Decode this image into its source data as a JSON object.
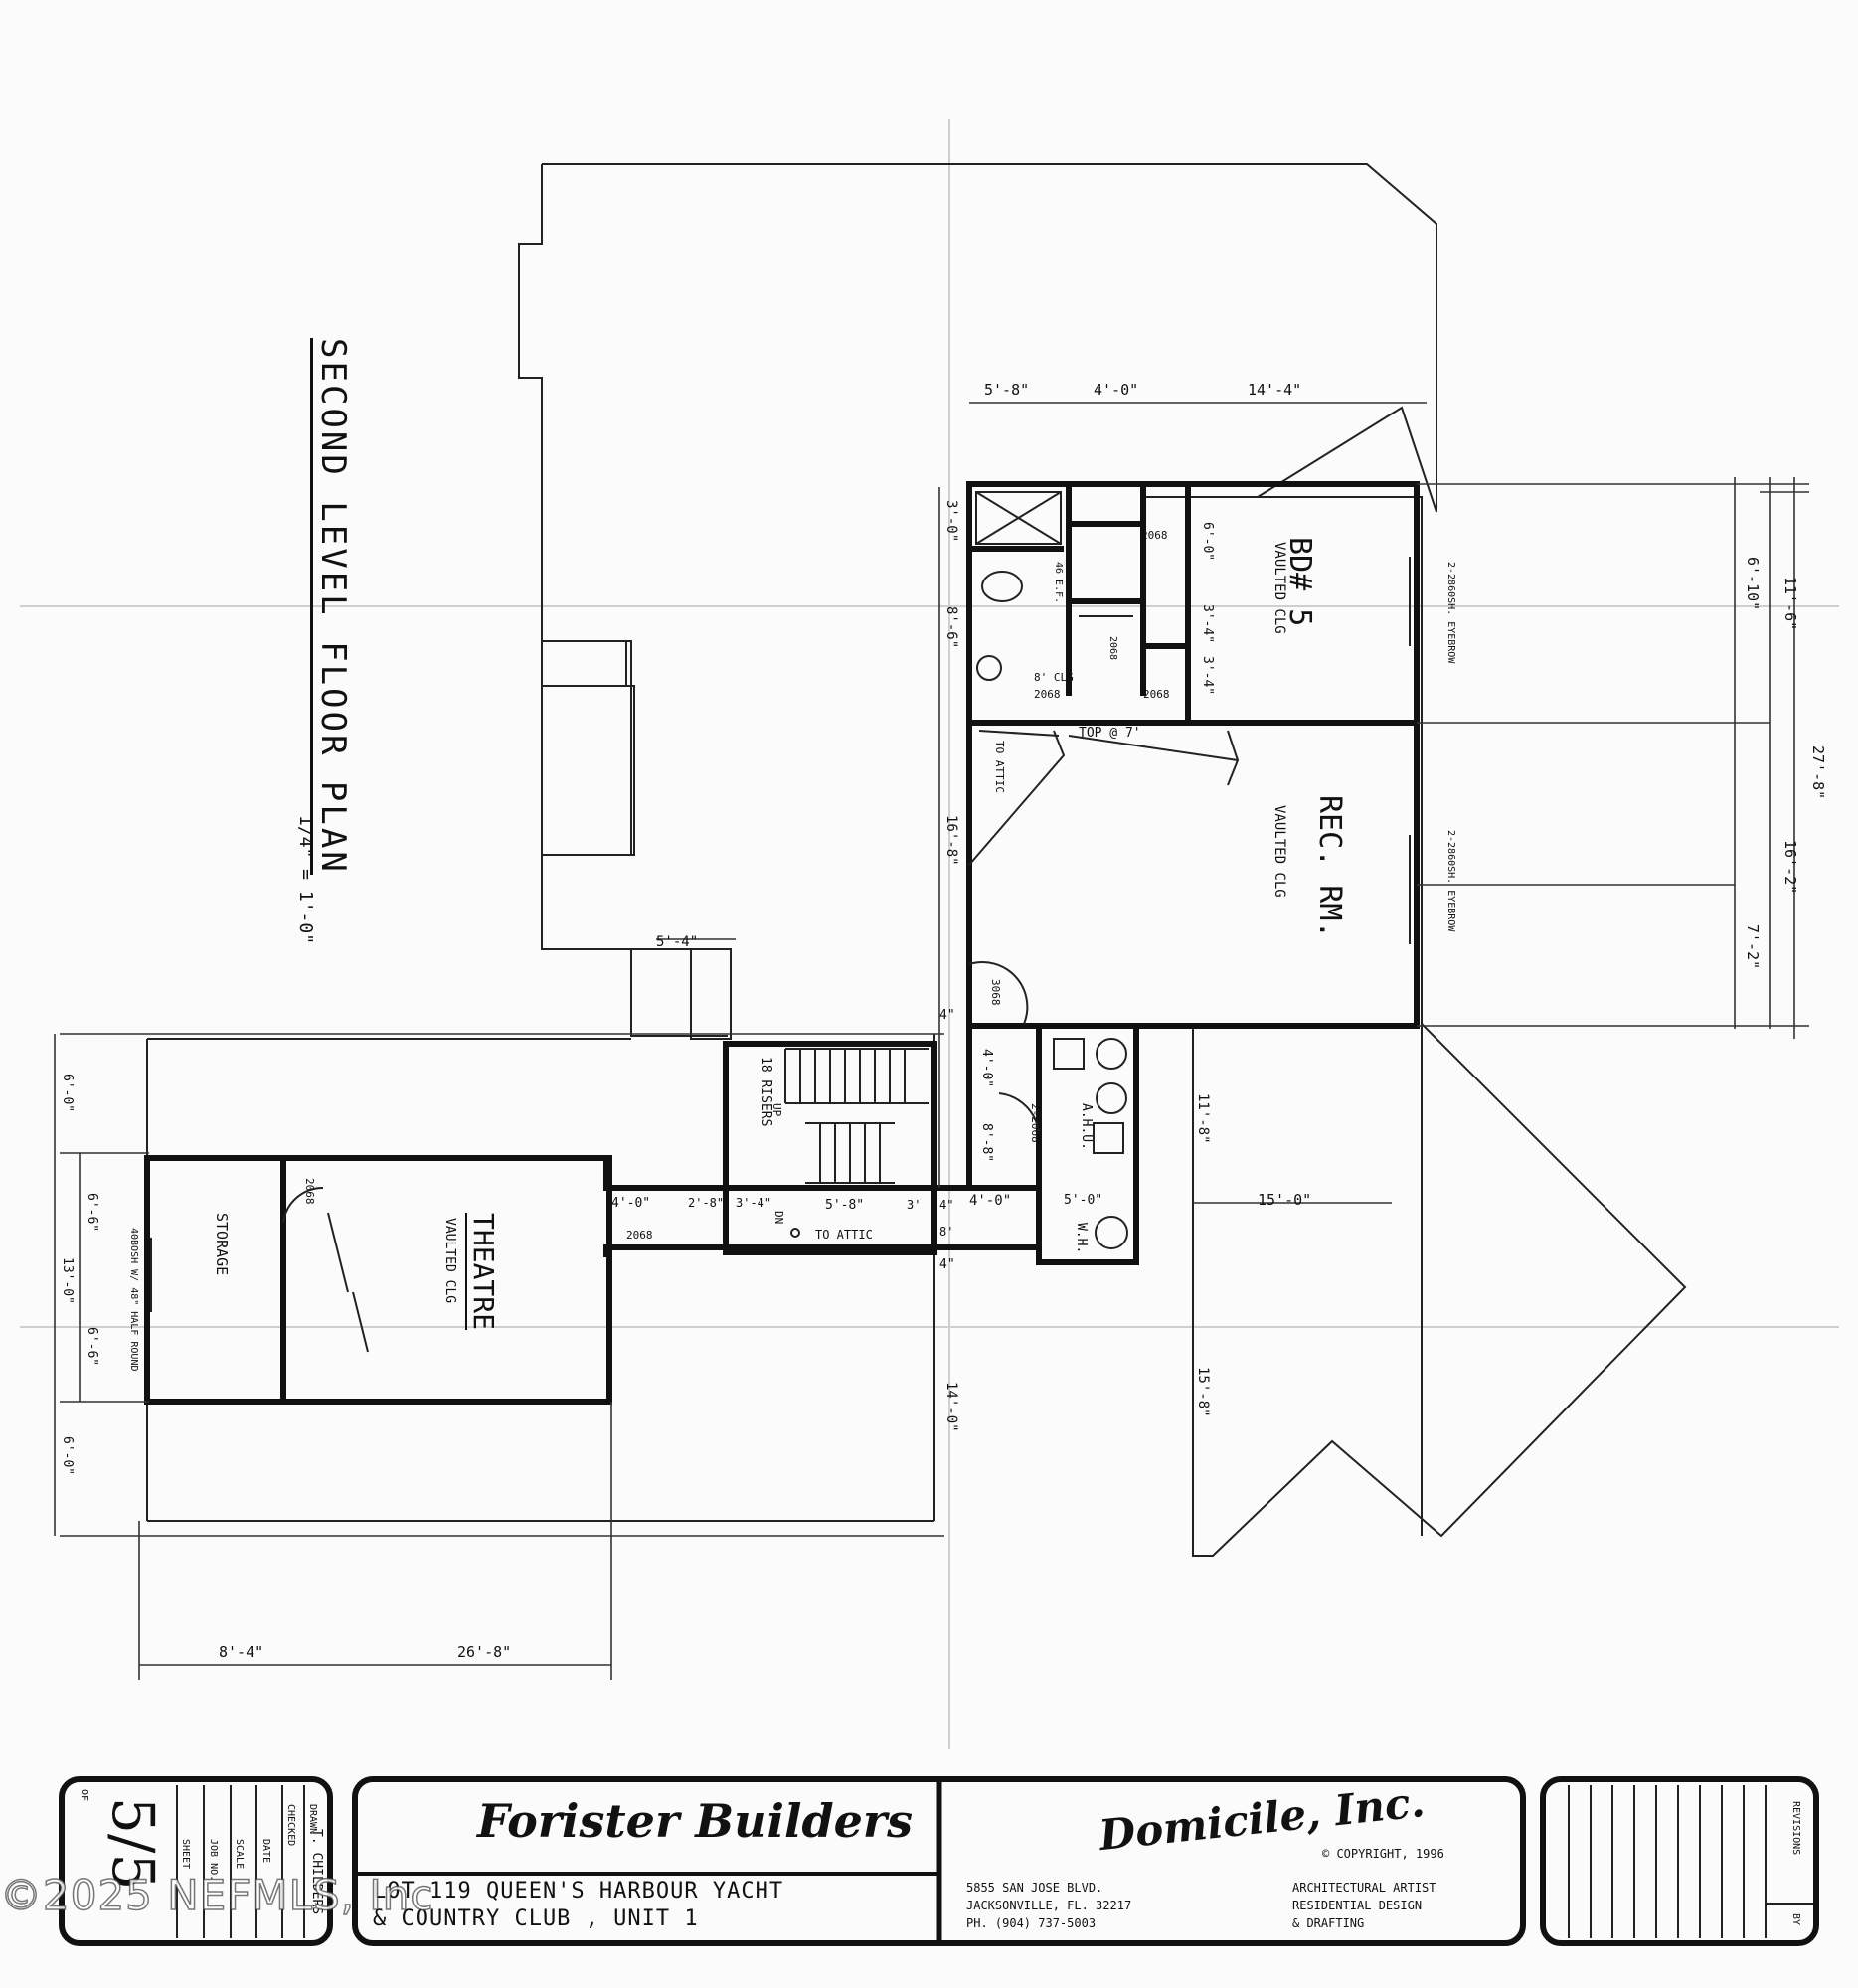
{
  "plan": {
    "title": "SECOND LEVEL FLOOR PLAN",
    "scale": "1/4\" = 1'-0\""
  },
  "rooms": {
    "bd5": "BD# 5",
    "bd5_ceiling": "VAULTED CLG",
    "rec": "REC. RM.",
    "rec_ceiling": "VAULTED CLG",
    "theatre": "THEATRE",
    "theatre_ceiling": "VAULTED CLG",
    "storage": "STORAGE",
    "stairs": "18 RISERS",
    "ahu": "A.H.U.",
    "wh": "W.H.",
    "dn": "DN",
    "up": "UP",
    "attic1": "TO ATTIC",
    "attic2": "TO ATTIC",
    "shower_ceiling": "8' CLG",
    "top": "TOP @ 7'",
    "ef": "46 E.F.",
    "window_bd": "2-2860SH. EYEBROW",
    "window_rec": "2-2860SH. EYEBROW",
    "window_storage": "40BOSH W/ 48\" HALF ROUND"
  },
  "doors": [
    "2068",
    "2068",
    "2068",
    "2068",
    "3068",
    "2-2068",
    "2068",
    "2068"
  ],
  "dimensions": {
    "top": [
      "5'-8\"",
      "4'-0\"",
      "14'-4\""
    ],
    "right": [
      "6'-10\"",
      "11'-6\"",
      "27'-8\"",
      "16'-2\"",
      "7'-2\""
    ],
    "bath_left": [
      "3'-0\"",
      "8'-6\""
    ],
    "closet": [
      "6'-0\"",
      "3'-4\"",
      "3'-4\""
    ],
    "middle": [
      "16'-8\"",
      "5'-4\"",
      "4\"",
      "4'-0\"",
      "8'-8\"",
      "4'-0\"",
      "5'-0\"",
      "11'-8\"",
      "15'-0\"",
      "4\"",
      "14'-0\"",
      "15'-8\""
    ],
    "hall": [
      "4'-0\"",
      "2'-8\"",
      "3'-4\"",
      "5'-8\"",
      "3'",
      "4\"",
      "8'"
    ],
    "left": [
      "6'-0\"",
      "6'-6\"",
      "13'-0\"",
      "6'-6\"",
      "6'-0\""
    ],
    "bottom": [
      "8'-4\"",
      "26'-8\""
    ]
  },
  "title_block": {
    "sheet_fields": [
      "SHEET",
      "JOB NO.",
      "SCALE",
      "DATE",
      "CHECKED",
      "DRAWN"
    ],
    "sheet_no": "5/5",
    "of_label": "OF",
    "drawn_by": "T. CHILDERS",
    "builder": "Forister Builders",
    "project_line1": "LOT 119 QUEEN'S HARBOUR YACHT",
    "project_line2": "& COUNTRY CLUB , UNIT 1",
    "firm": "Domicile, Inc.",
    "copyright": "© COPYRIGHT, 1996",
    "address1": "5855 SAN JOSE BLVD.",
    "address2": "JACKSONVILLE, FL. 32217",
    "phone": "PH. (904) 737-5003",
    "service1": "ARCHITECTURAL ARTIST",
    "service2": "RESIDENTIAL DESIGN",
    "service3": "& DRAFTING",
    "revisions": "REVISIONS",
    "by": "BY"
  },
  "watermark": "©2025 NEFMLS, Inc"
}
